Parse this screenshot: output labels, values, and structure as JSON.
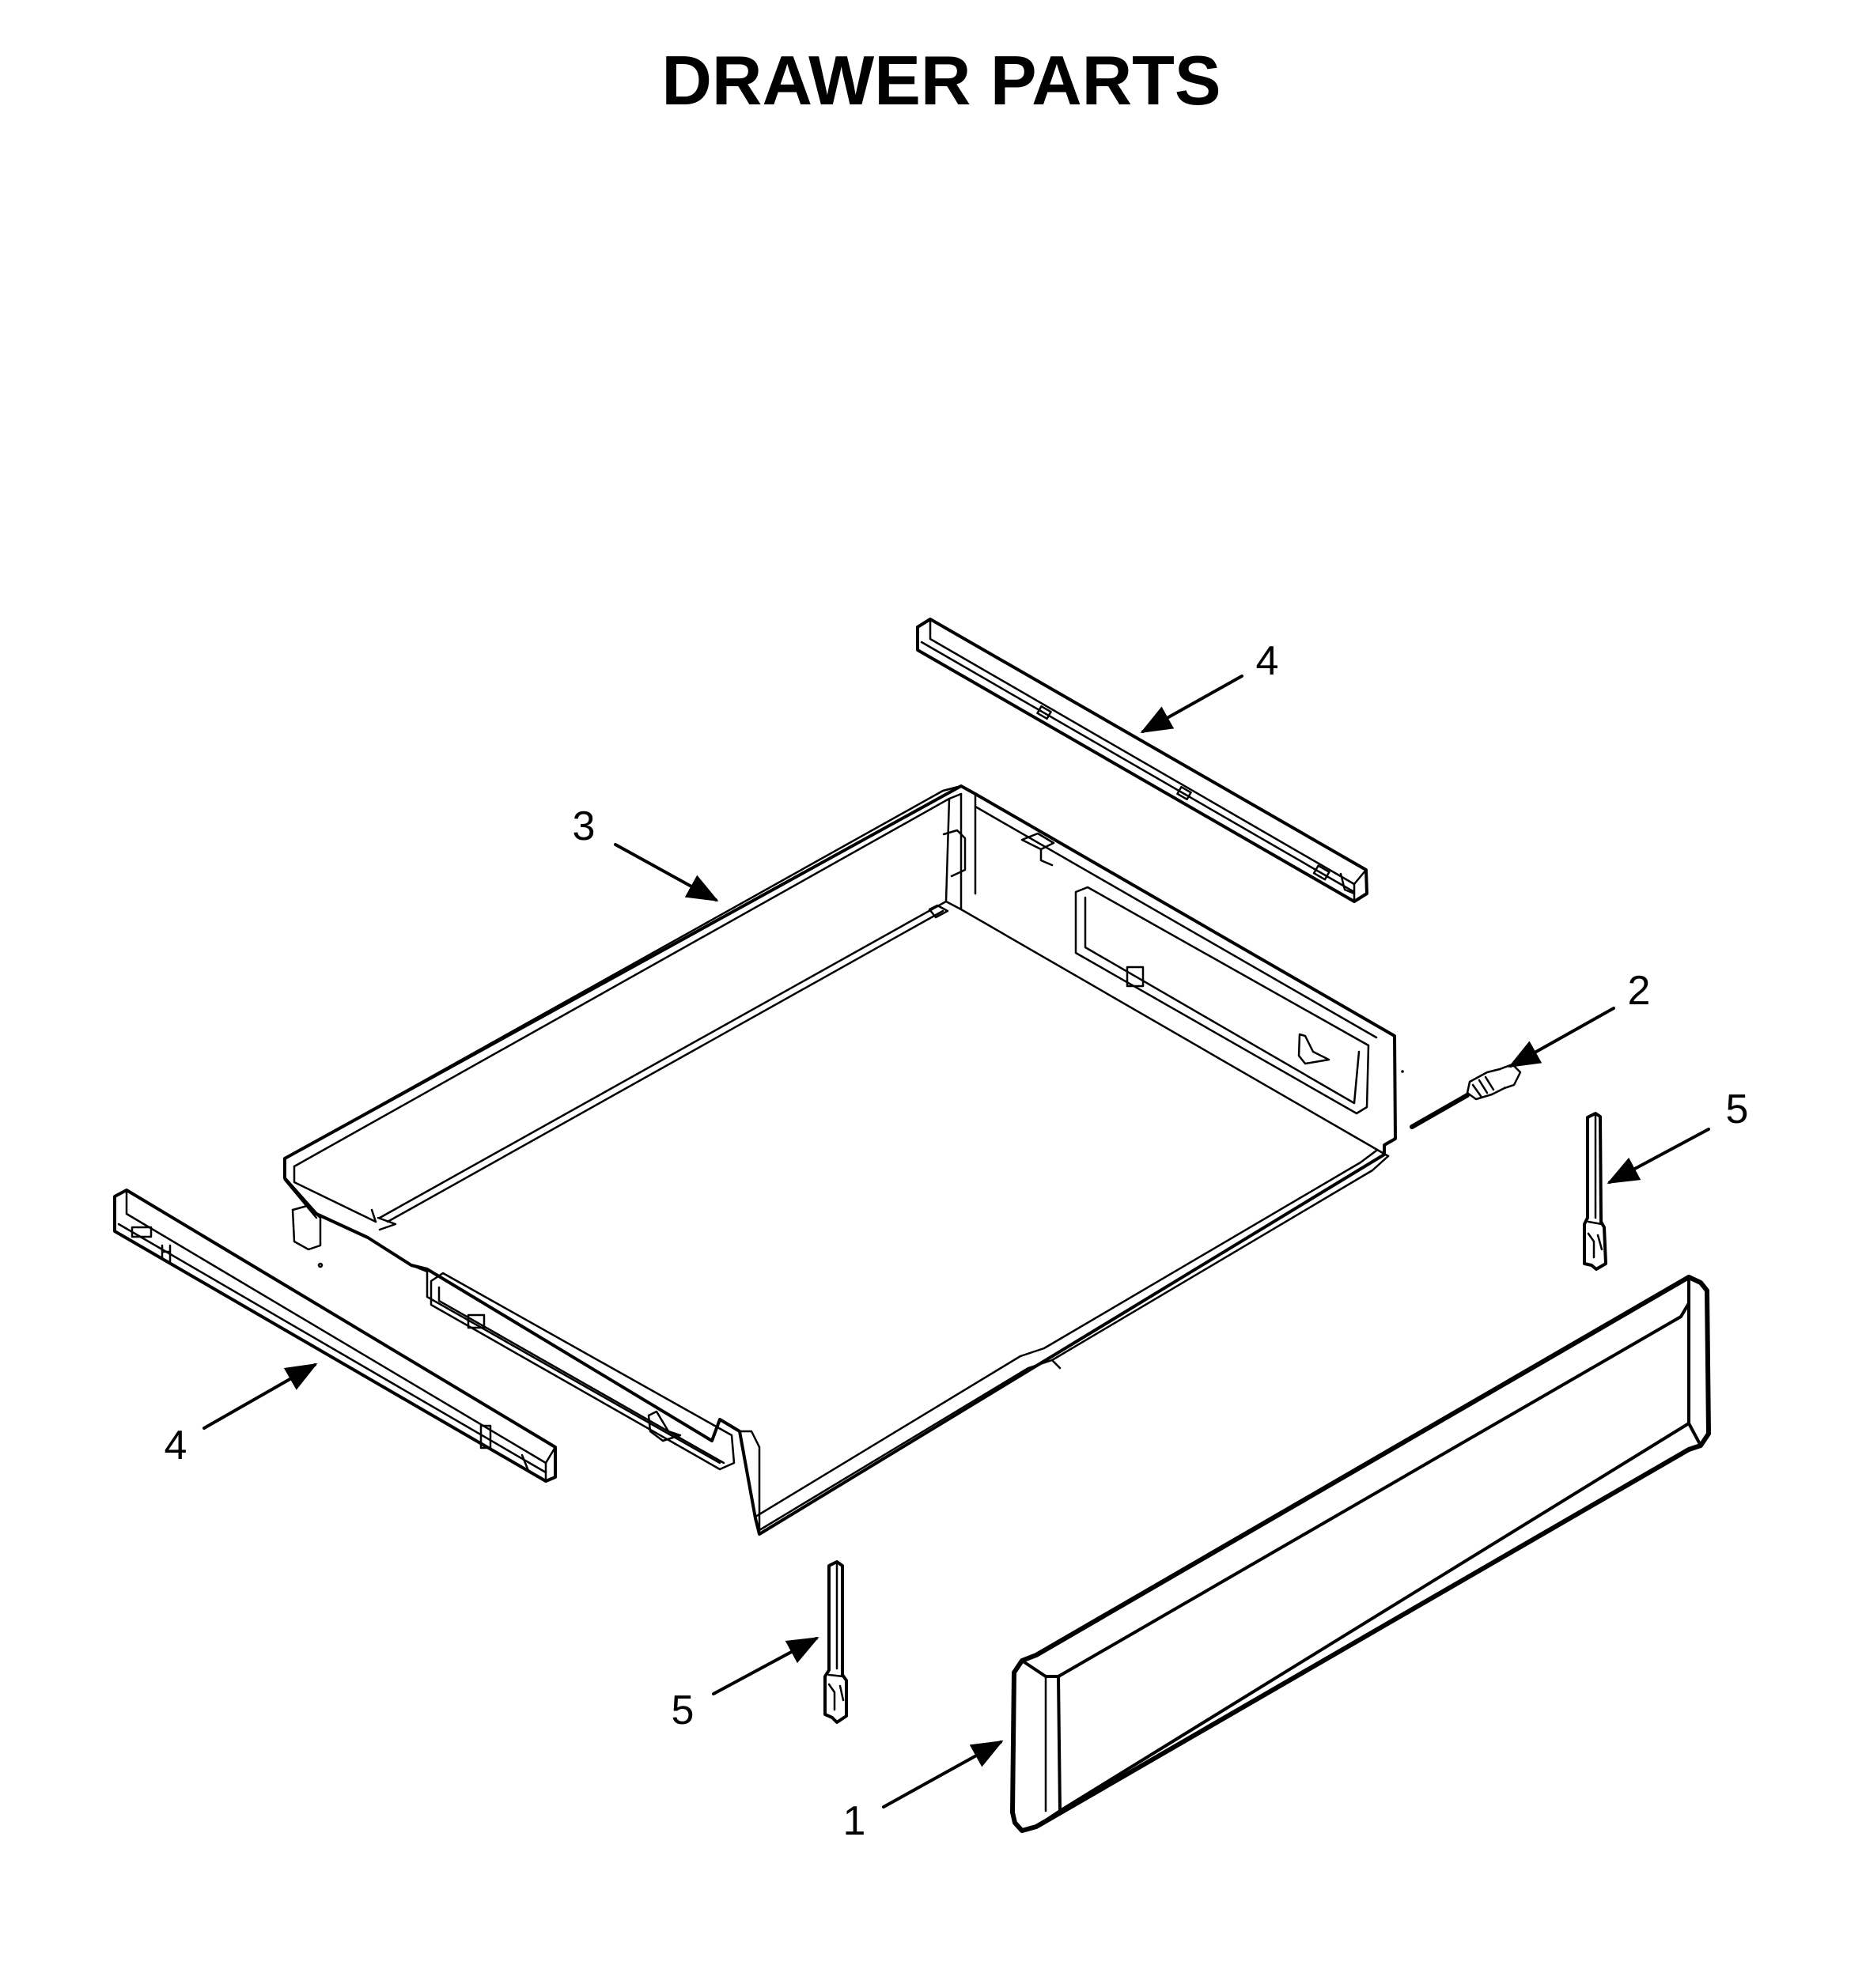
{
  "title": "DRAWER PARTS",
  "callouts": {
    "front_panel": "1",
    "screw": "2",
    "drawer_body": "3",
    "rail_upper": "4",
    "rail_lower": "4",
    "bracket_right": "5",
    "bracket_left": "5"
  }
}
